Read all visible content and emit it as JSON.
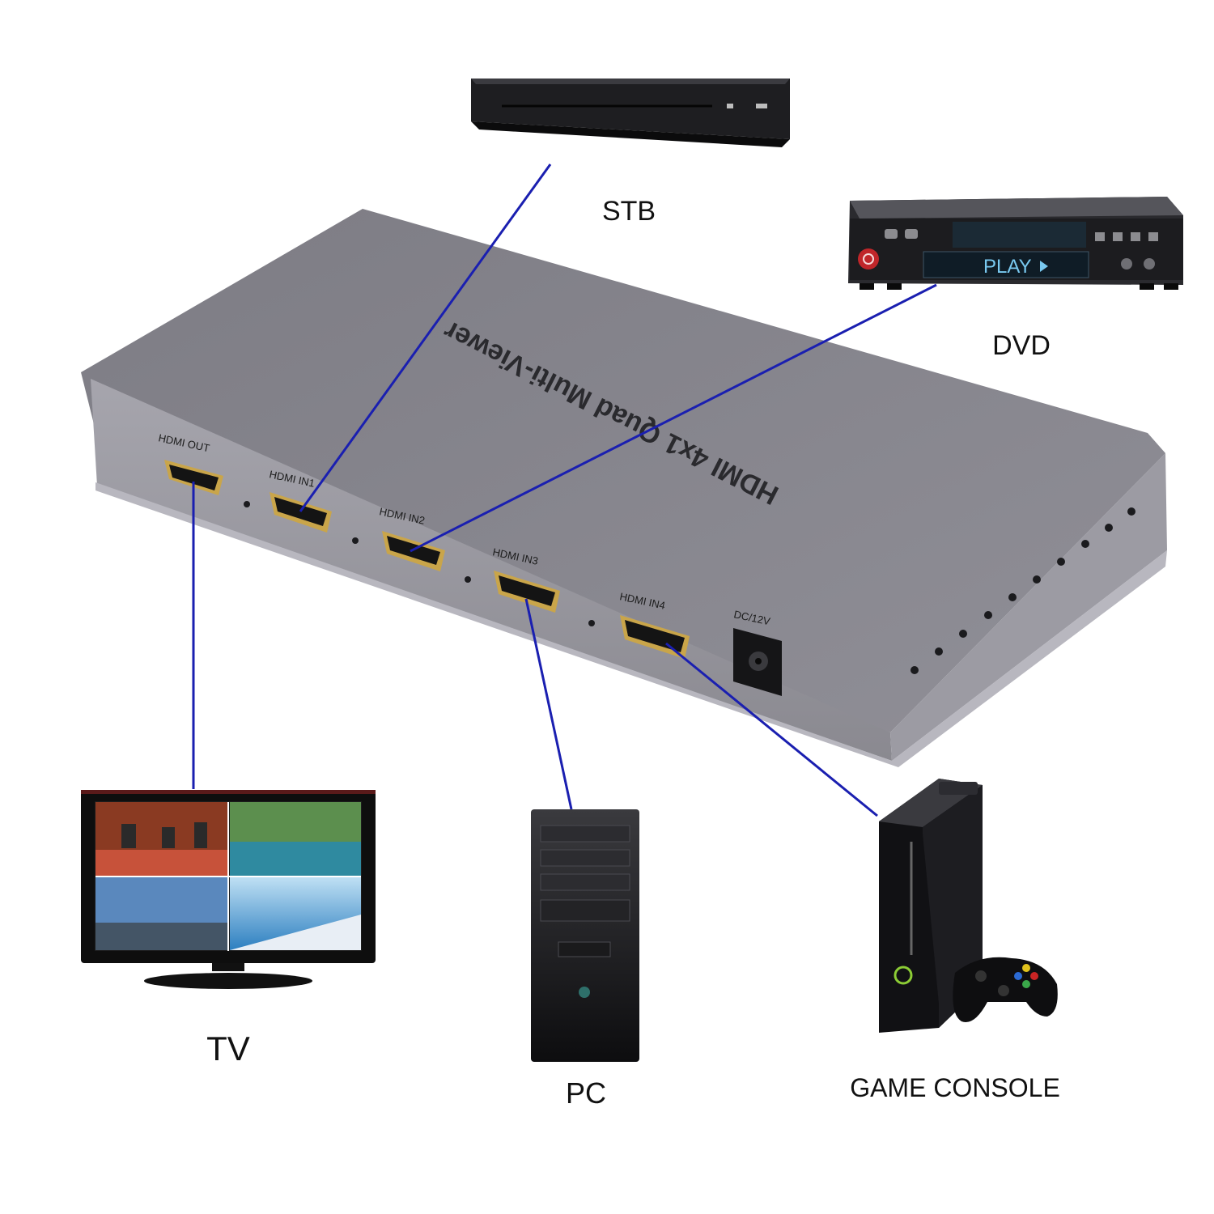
{
  "device": {
    "title": "HDMI 4x1 Quad Multi-Viewer",
    "ports": {
      "out": "HDMI OUT",
      "in1": "HDMI IN1",
      "in2": "HDMI IN2",
      "in3": "HDMI IN3",
      "in4": "HDMI IN4",
      "power": "DC/12V"
    }
  },
  "sources": {
    "stb": "STB",
    "dvd": "DVD",
    "dvd_display": "PLAY",
    "pc": "PC",
    "game_console": "GAME CONSOLE"
  },
  "sink": {
    "tv": "TV"
  },
  "colors": {
    "cable": "#1a1fb0",
    "device_body": "#8b8a92",
    "background": "#ffffff"
  }
}
